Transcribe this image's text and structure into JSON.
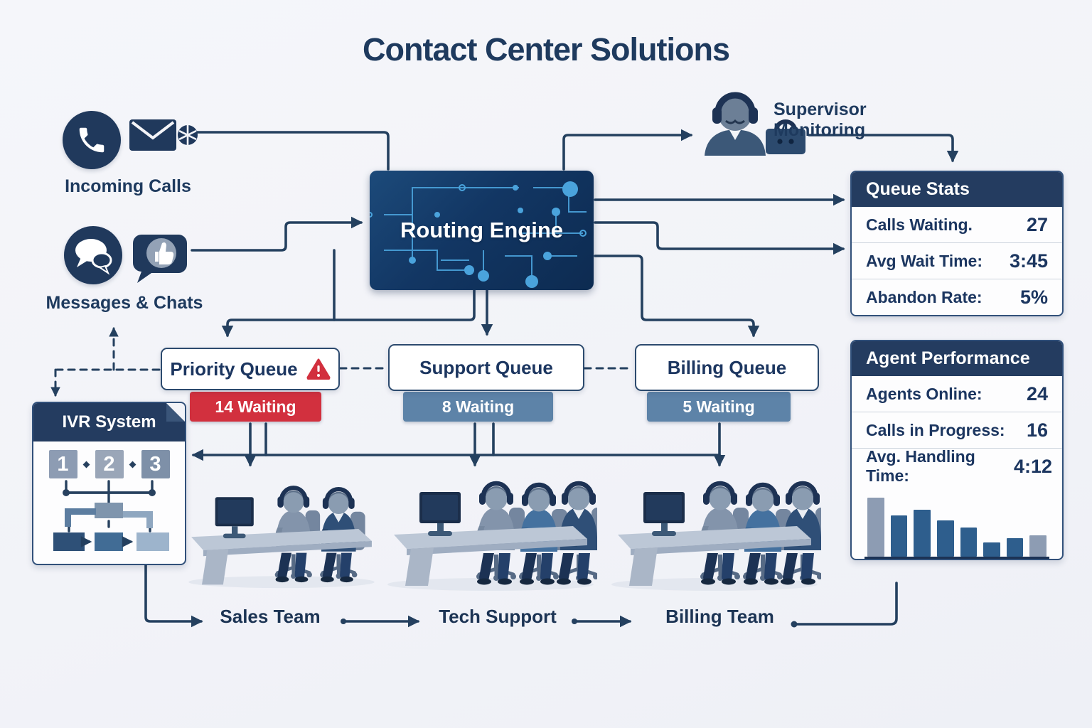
{
  "title": "Contact Center Solutions",
  "channels": {
    "incoming_calls": "Incoming Calls",
    "messages_chats": "Messages & Chats"
  },
  "routing_engine": "Routing Engine",
  "supervisor": "Supervisor Monitoring",
  "queue_stats": {
    "title": "Queue Stats",
    "rows": [
      {
        "label": "Calls Waiting.",
        "value": "27"
      },
      {
        "label": "Avg Wait Time:",
        "value": "3:45"
      },
      {
        "label": "Abandon Rate:",
        "value": "5%"
      }
    ]
  },
  "queues": [
    {
      "name": "Priority Queue",
      "waiting": "14 Waiting",
      "alert": true
    },
    {
      "name": "Support Queue",
      "waiting": "8 Waiting",
      "alert": false
    },
    {
      "name": "Billing Queue",
      "waiting": "5 Waiting",
      "alert": false
    }
  ],
  "ivr": {
    "title": "IVR System",
    "options": [
      "1",
      "2",
      "3"
    ]
  },
  "teams": [
    {
      "label": "Sales Team"
    },
    {
      "label": "Tech Support"
    },
    {
      "label": "Billing Team"
    }
  ],
  "agent_performance": {
    "title": "Agent Performance",
    "rows": [
      {
        "label": "Agents Online:",
        "value": "24"
      },
      {
        "label": "Calls in Progress:",
        "value": "16"
      },
      {
        "label": "Avg. Handling Time:",
        "value": "4:12"
      }
    ]
  },
  "chart_data": {
    "type": "bar",
    "title": "Agent Performance mini bar chart (unlabeled)",
    "categories": [
      "",
      "",
      "",
      "",
      "",
      "",
      "",
      ""
    ],
    "values": [
      83,
      58,
      66,
      51,
      41,
      20,
      26,
      30
    ],
    "ylim": [
      0,
      92
    ],
    "bar_colors": [
      "#8d9cb3",
      "#2e5e8d",
      "#2e5e8d",
      "#2e5e8d",
      "#2e5e8d",
      "#2e5e8d",
      "#2e5e8d",
      "#8d9cb3"
    ],
    "xlabel": "",
    "ylabel": "",
    "grid": false,
    "legend": false
  },
  "colors": {
    "background": "#f3f4f8",
    "navy": "#1f3a5e",
    "panel_header": "#243c60",
    "alert_red": "#d2303e",
    "steel_blue": "#5d83a8",
    "connector": "#24405f",
    "engine_trace": "#4aa3dc"
  }
}
